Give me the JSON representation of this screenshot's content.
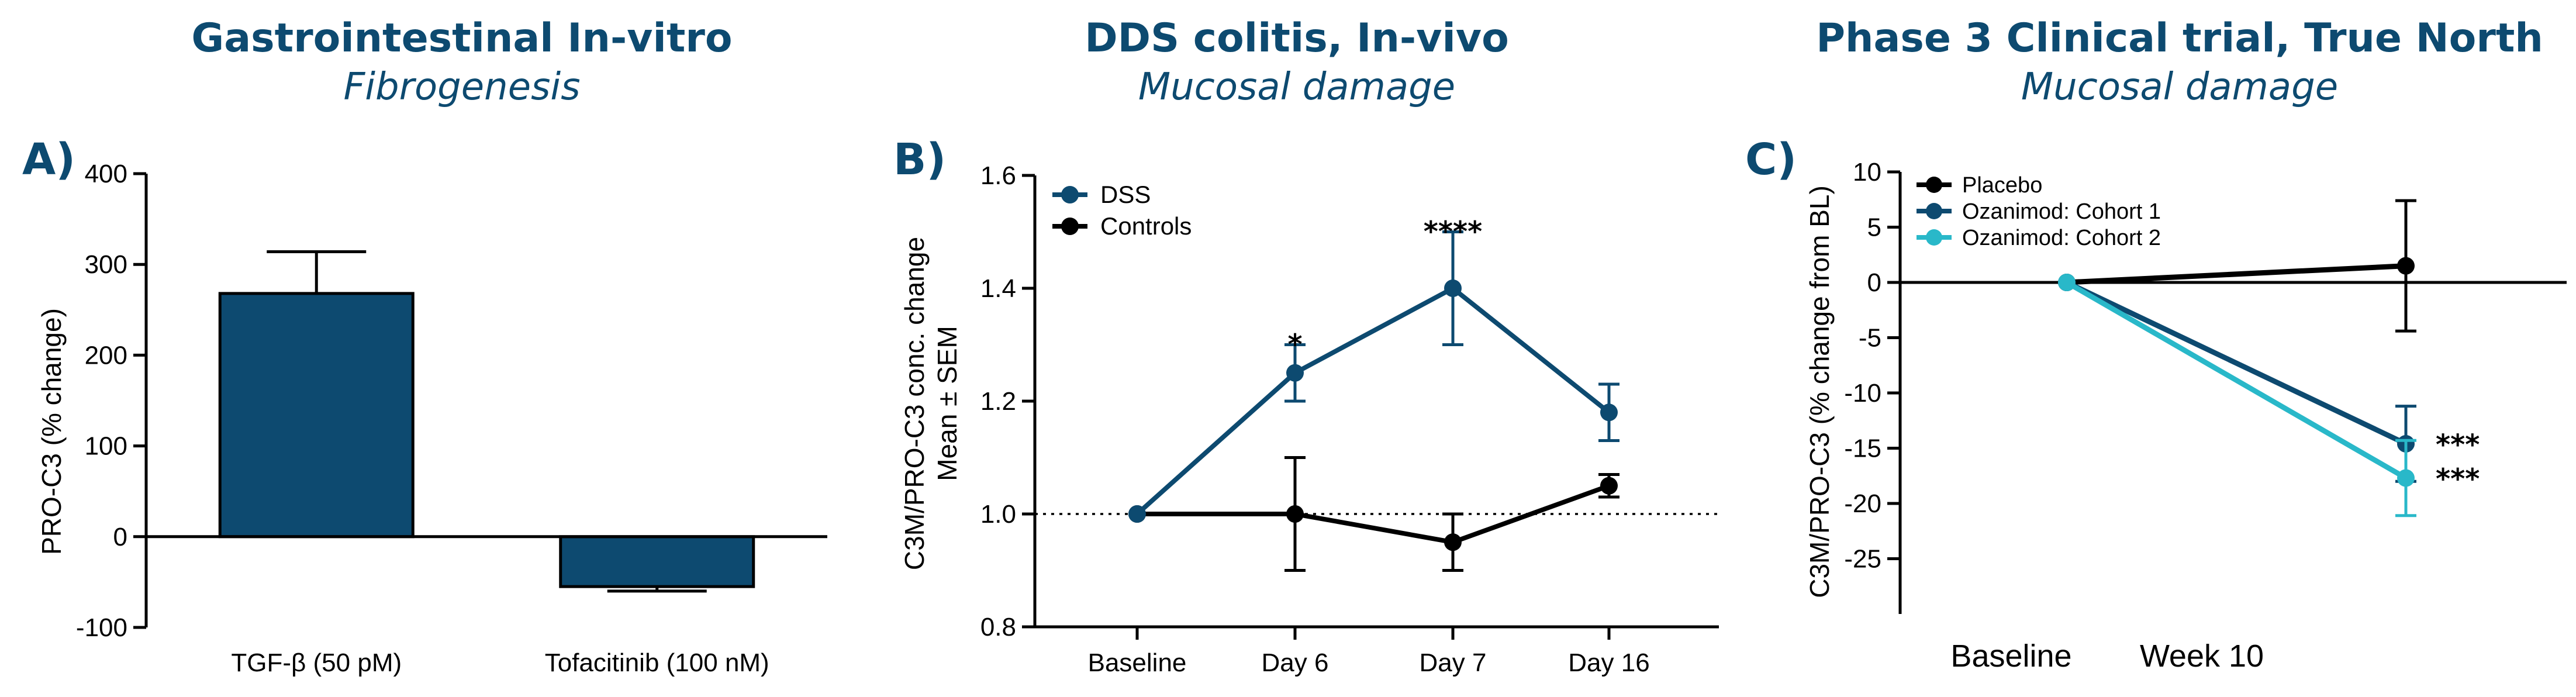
{
  "panels": [
    {
      "id": "A",
      "title": "Gastrointestinal In-vitro",
      "subtitle": "Fibrogenesis",
      "label": "A)"
    },
    {
      "id": "B",
      "title": "DDS colitis, In-vivo",
      "subtitle": "Mucosal damage",
      "label": "B)"
    },
    {
      "id": "C",
      "title": "Phase 3 Clinical trial, True North",
      "subtitle": "Mucosal damage",
      "label": "C)"
    }
  ],
  "colors": {
    "navy": "#0d4a70",
    "teal": "#29b8c9",
    "black": "#000000"
  },
  "chart_data": [
    {
      "type": "bar",
      "categories": [
        "TGF-β (50 pM)",
        "Tofacitinib (100 nM)"
      ],
      "values": [
        268,
        -55
      ],
      "errors": [
        46,
        5
      ],
      "ylabel": "PRO-C3 (% change)",
      "ylim": [
        -100,
        400
      ],
      "yticks": [
        -100,
        0,
        100,
        200,
        300,
        400
      ],
      "tick_labels": [
        "-100",
        "0",
        "100",
        "200",
        "300",
        "400"
      ],
      "bar_color": "#0d4a70"
    },
    {
      "type": "line",
      "categories": [
        "Baseline",
        "Day 6",
        "Day 7",
        "Day 16"
      ],
      "ylabel_lines": [
        "C3M/PRO-C3 conc. change",
        "Mean ± SEM"
      ],
      "ylim": [
        0.8,
        1.6
      ],
      "yticks": [
        0.8,
        1.0,
        1.2,
        1.4,
        1.6
      ],
      "tick_labels": [
        "0.8",
        "1.0",
        "1.2",
        "1.4",
        "1.6"
      ],
      "reference_line": 1.0,
      "series": [
        {
          "name": "DSS",
          "color": "#0d4a70",
          "values": [
            1.0,
            1.25,
            1.4,
            1.18
          ],
          "errors": [
            0,
            0.05,
            0.1,
            0.05
          ]
        },
        {
          "name": "Controls",
          "color": "#000000",
          "values": [
            1.0,
            1.0,
            0.95,
            1.05
          ],
          "errors": [
            0,
            0.1,
            0.05,
            0.02
          ]
        }
      ],
      "annotations": [
        {
          "category": 1,
          "y": 1.3,
          "text": "*"
        },
        {
          "category": 2,
          "y": 1.5,
          "text": "****"
        }
      ],
      "legend_position": "top-left"
    },
    {
      "type": "line",
      "categories": [
        "Baseline",
        "Week 10"
      ],
      "ylabel": "C3M/PRO-C3 (% change from BL)",
      "ylim": [
        -30,
        10
      ],
      "yticks": [
        -25,
        -20,
        -15,
        -10,
        -5,
        0,
        5,
        10
      ],
      "tick_labels": [
        "-25",
        "-20",
        "-15",
        "-10",
        "-5",
        "0",
        "5",
        "10"
      ],
      "series": [
        {
          "name": "Placebo",
          "color": "#000000",
          "values": [
            0,
            1.5
          ],
          "errors": [
            0,
            5.9
          ]
        },
        {
          "name": "Ozanimod: Cohort 1",
          "color": "#0d4a70",
          "values": [
            0,
            -14.6
          ],
          "errors": [
            0,
            3.4
          ]
        },
        {
          "name": "Ozanimod: Cohort 2",
          "color": "#29b8c9",
          "values": [
            0,
            -17.7
          ],
          "errors": [
            0,
            3.4
          ]
        }
      ],
      "annotations": [
        {
          "series": 1,
          "y": -14.6,
          "text": "***"
        },
        {
          "series": 2,
          "y": -17.7,
          "text": "***"
        }
      ],
      "legend_position": "top-left"
    }
  ]
}
